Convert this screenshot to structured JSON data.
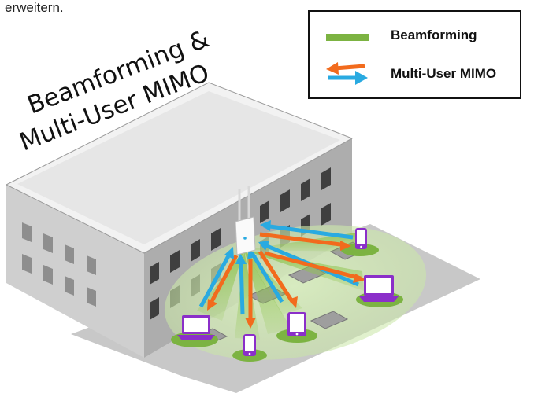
{
  "top_text": "erweitern.",
  "scene_title": {
    "line1": "Beamforming &",
    "line2": "Multi-User MIMO"
  },
  "legend": {
    "beamforming_label": "Beamforming",
    "mimo_label": "Multi-User MIMO"
  },
  "colors": {
    "beamforming": "#7cb342",
    "upload_arrow": "#f26b1d",
    "download_arrow": "#29aae1",
    "device": "#8b2fc9",
    "coverage": "#c9e6a6",
    "wall": "#b6b6b6",
    "roof": "#ececec"
  },
  "devices": [
    {
      "type": "phone-icon"
    },
    {
      "type": "laptop-icon"
    },
    {
      "type": "tablet-icon"
    },
    {
      "type": "phone-icon"
    },
    {
      "type": "laptop-icon"
    }
  ]
}
